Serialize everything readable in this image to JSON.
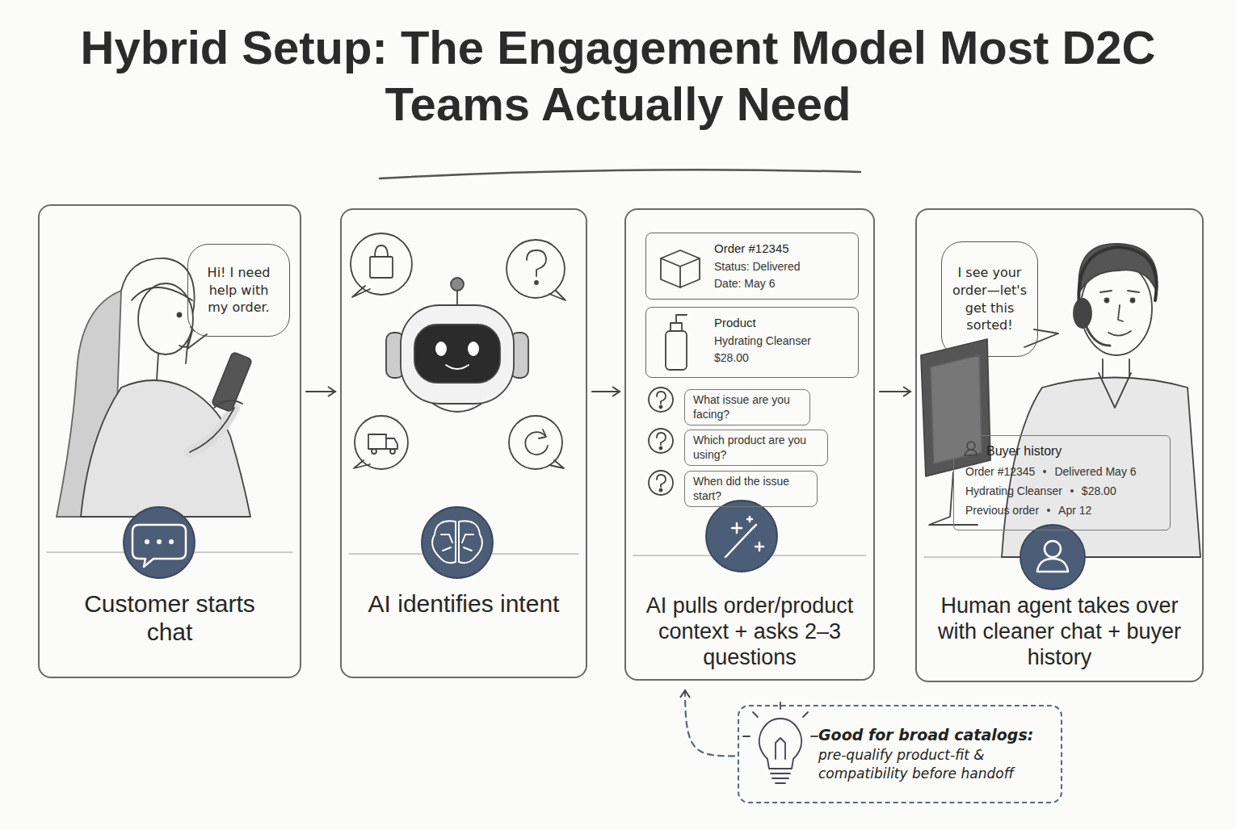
{
  "diagram": {
    "title": "Hybrid Setup: The Engagement Model Most D2C Teams Actually Need",
    "nodes": [
      {
        "text": [
          "Customer starts chat"
        ]
      },
      {
        "text": [
          "Hi! I need help with my order."
        ],
        "in": 0
      },
      {
        "text": [
          "AI identifies intent"
        ]
      },
      {
        "text": [
          "AI pulls order/product context + asks 2–3 questions"
        ]
      },
      {
        "text": [
          "Order #12345",
          "Status: Delivered",
          "Date: May 6"
        ],
        "in": 3
      },
      {
        "text": [
          "Product",
          "Hydrating Cleanser",
          "$28.00"
        ],
        "in": 3
      },
      {
        "text": [
          "What issue are you facing?"
        ],
        "in": 3
      },
      {
        "text": [
          "Which product are you using?"
        ],
        "in": 3
      },
      {
        "text": [
          "When did the issue start?"
        ],
        "in": 3
      },
      {
        "text": [
          "Human agent takes over with cleaner chat + buyer history"
        ]
      },
      {
        "text": [
          "I see your order—let's get this sorted!"
        ],
        "in": 9
      },
      {
        "text": [
          "Buyer history",
          "Order #12345",
          "Delivered May 6",
          "Hydrating Cleanser",
          "$28.00",
          "Previous order",
          "Apr 12"
        ],
        "in": 9
      },
      {
        "text": [
          "Good for broad catalogs:",
          "pre-qualify product-fit & compatibility before handoff"
        ]
      }
    ],
    "edges": [
      {
        "from": 0,
        "to": 2,
        "arrow": "to"
      },
      {
        "from": 2,
        "to": 3,
        "arrow": "to"
      },
      {
        "from": 3,
        "to": 9,
        "arrow": "to"
      },
      {
        "from": 12,
        "to": 3,
        "arrow": "to"
      }
    ]
  }
}
